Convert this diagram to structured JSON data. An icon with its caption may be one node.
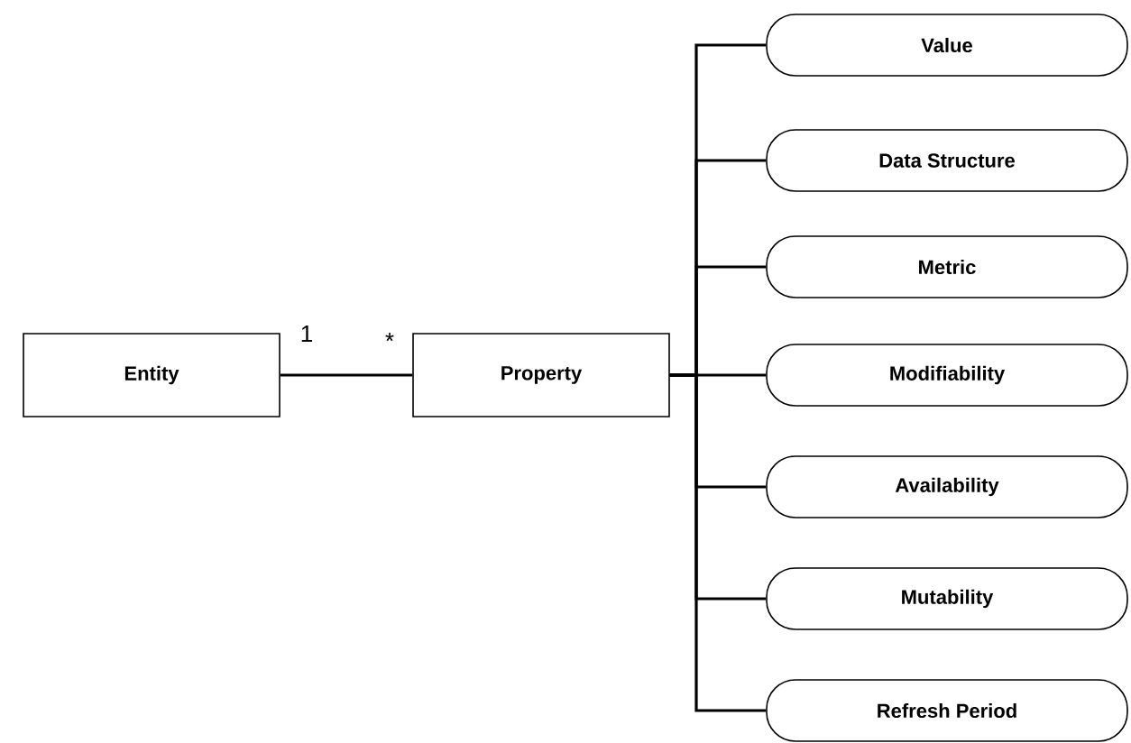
{
  "diagram": {
    "nodes": [
      {
        "text": [
          "Entity"
        ]
      },
      {
        "text": [
          "Property"
        ]
      },
      {
        "text": [
          "Value"
        ]
      },
      {
        "text": [
          "Data Structure"
        ]
      },
      {
        "text": [
          "Metric"
        ]
      },
      {
        "text": [
          "Modifiability"
        ]
      },
      {
        "text": [
          "Availability"
        ]
      },
      {
        "text": [
          "Mutability"
        ]
      },
      {
        "text": [
          "Refresh Period"
        ]
      }
    ],
    "edges": [
      {
        "from": 0,
        "to": 1,
        "arrow": "none"
      },
      {
        "from": 1,
        "to": 2,
        "arrow": "none"
      },
      {
        "from": 1,
        "to": 3,
        "arrow": "none"
      },
      {
        "from": 1,
        "to": 4,
        "arrow": "none"
      },
      {
        "from": 1,
        "to": 5,
        "arrow": "none"
      },
      {
        "from": 1,
        "to": 6,
        "arrow": "none"
      },
      {
        "from": 1,
        "to": 7,
        "arrow": "none"
      },
      {
        "from": 1,
        "to": 8,
        "arrow": "none"
      }
    ],
    "labels": [
      "1",
      "*"
    ]
  }
}
